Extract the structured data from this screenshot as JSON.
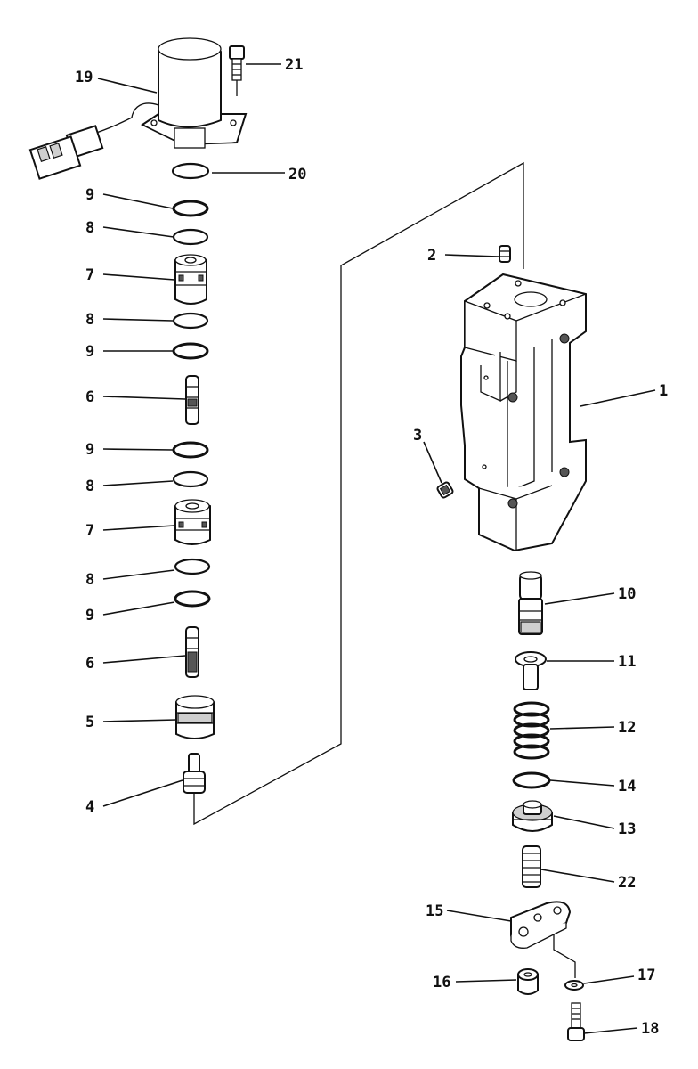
{
  "callouts": [
    {
      "id": "p1",
      "label": "1"
    },
    {
      "id": "p2",
      "label": "2"
    },
    {
      "id": "p3",
      "label": "3"
    },
    {
      "id": "p4",
      "label": "4"
    },
    {
      "id": "p5",
      "label": "5"
    },
    {
      "id": "p6a",
      "label": "6"
    },
    {
      "id": "p6b",
      "label": "6"
    },
    {
      "id": "p7a",
      "label": "7"
    },
    {
      "id": "p7b",
      "label": "7"
    },
    {
      "id": "p8a",
      "label": "8"
    },
    {
      "id": "p8b",
      "label": "8"
    },
    {
      "id": "p8c",
      "label": "8"
    },
    {
      "id": "p8d",
      "label": "8"
    },
    {
      "id": "p9a",
      "label": "9"
    },
    {
      "id": "p9b",
      "label": "9"
    },
    {
      "id": "p9c",
      "label": "9"
    },
    {
      "id": "p9d",
      "label": "9"
    },
    {
      "id": "p10",
      "label": "10"
    },
    {
      "id": "p11",
      "label": "11"
    },
    {
      "id": "p12",
      "label": "12"
    },
    {
      "id": "p13",
      "label": "13"
    },
    {
      "id": "p14",
      "label": "14"
    },
    {
      "id": "p15",
      "label": "15"
    },
    {
      "id": "p16",
      "label": "16"
    },
    {
      "id": "p17",
      "label": "17"
    },
    {
      "id": "p18",
      "label": "18"
    },
    {
      "id": "p19",
      "label": "19"
    },
    {
      "id": "p20",
      "label": "20"
    },
    {
      "id": "p21",
      "label": "21"
    },
    {
      "id": "p22",
      "label": "22"
    }
  ]
}
